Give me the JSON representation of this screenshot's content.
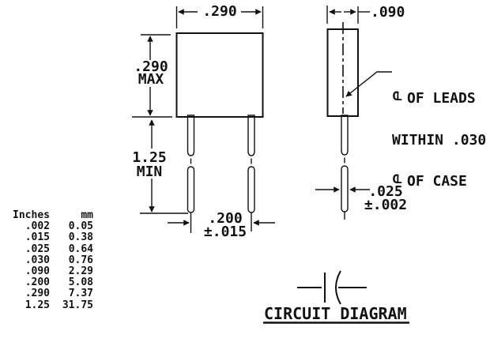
{
  "front_view": {
    "width_dim": ".290",
    "height_dim": ".290",
    "height_qualifier": "MAX",
    "lead_length_dim": "1.25",
    "lead_length_qualifier": "MIN",
    "lead_spacing_dim": ".200",
    "lead_spacing_tolerance": "±.015"
  },
  "side_view": {
    "width_dim": ".090",
    "lead_width_dim": ".025",
    "lead_width_tolerance": "±.002",
    "leads_note": {
      "centerline_symbol": {
        "c": "C",
        "l": "L"
      },
      "line1": "OF LEADS",
      "line2": "WITHIN .030",
      "line3": "OF CASE"
    }
  },
  "conversion_table": {
    "headers": [
      "Inches",
      "mm"
    ],
    "rows": [
      [
        ".002",
        "0.05"
      ],
      [
        ".015",
        "0.38"
      ],
      [
        ".025",
        "0.64"
      ],
      [
        ".030",
        "0.76"
      ],
      [
        ".090",
        "2.29"
      ],
      [
        ".200",
        "5.08"
      ],
      [
        ".290",
        "7.37"
      ],
      [
        "1.25",
        "31.75"
      ]
    ]
  },
  "circuit": {
    "title": "CIRCUIT DIAGRAM"
  },
  "colors": {
    "ink": "#111111",
    "paper": "#ffffff"
  }
}
